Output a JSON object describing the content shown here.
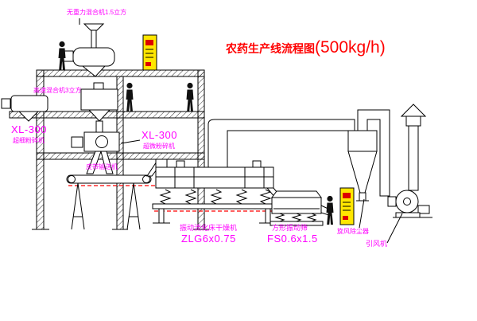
{
  "title": {
    "main": "农药生产线流程图",
    "capacity": "(500kg/h)"
  },
  "labels": {
    "top_mixer": "无重力混合机1.5立方",
    "high_speed_mixer": "高速混合机3立方",
    "mill_left": {
      "model": "XL-300",
      "name": "超细粉碎机"
    },
    "mill_mid": {
      "model": "XL-300",
      "name": "超微粉碎机"
    },
    "belt_conveyor": "皮带输送机",
    "dryer": {
      "name": "振动流化床干燥机",
      "model": "ZLG6x0.75"
    },
    "screen": {
      "name": "方形振动筛",
      "model": "FS0.6x1.5"
    },
    "cyclone": "旋风除尘器",
    "fan": "引风机"
  },
  "colors": {
    "label_magenta": "#ff00ff",
    "title_red": "#ff0000",
    "cabinet_yellow": "#ffe600",
    "accent_red": "#dd0000",
    "dash_red": "#ff0000",
    "line_black": "#000000"
  }
}
